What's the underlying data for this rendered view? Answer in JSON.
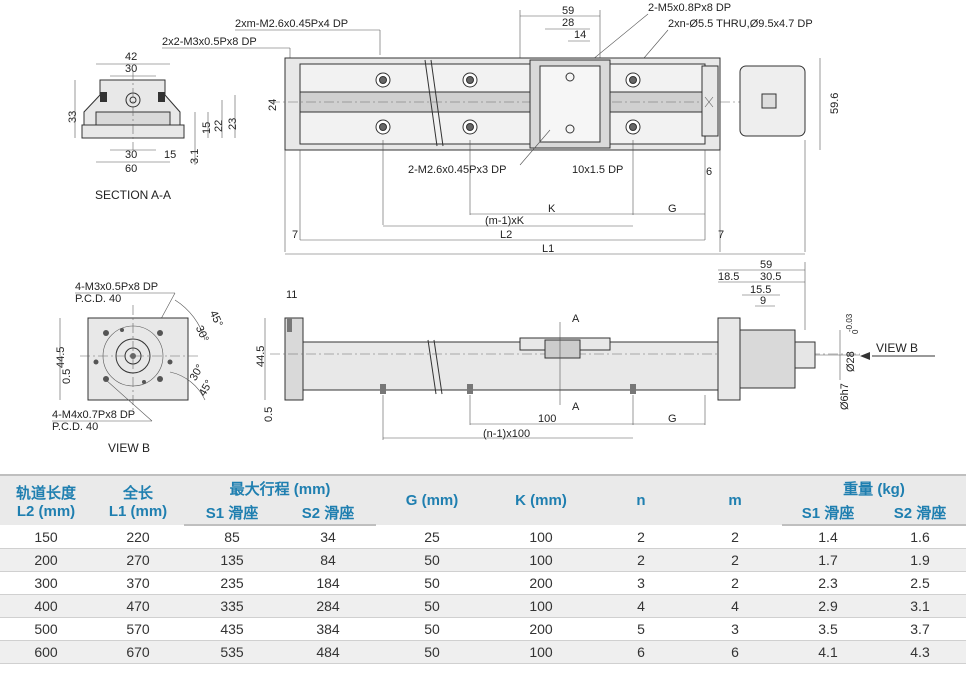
{
  "drawing": {
    "section_aa": {
      "caption": "SECTION A-A",
      "dims": [
        "42",
        "30",
        "33",
        "30",
        "15",
        "60",
        "3.1",
        "15",
        "22",
        "23"
      ]
    },
    "top_view": {
      "callouts": [
        "2xm-M2.6x0.45Px4 DP",
        "2x2-M3x0.5Px8 DP",
        "2-M5x0.8Px8 DP",
        "2xn-Ø5.5 THRU,Ø9.5x4.7 DP",
        "2-M2.6x0.45Px3 DP",
        "10x1.5 DP"
      ],
      "dims": [
        "59",
        "28",
        "14",
        "24",
        "59.6",
        "6",
        "K",
        "G",
        "(m-1)xK",
        "L2",
        "L1",
        "7",
        "7"
      ]
    },
    "view_b": {
      "caption": "VIEW B",
      "callouts": [
        "4-M3x0.5Px8 DP",
        "P.C.D. 40",
        "4-M4x0.7Px8 DP",
        "P.C.D. 40"
      ],
      "dims": [
        "44.5",
        "0.5",
        "30°",
        "45°",
        "30°",
        "45°"
      ]
    },
    "side_view": {
      "dims": [
        "11",
        "44.5",
        "0.5",
        "A",
        "A",
        "100",
        "G",
        "(n-1)x100",
        "59",
        "18.5",
        "30.5",
        "15.5",
        "9",
        "Ø28",
        "Ø6h7",
        "-0.03",
        "0"
      ],
      "view_label": "VIEW B"
    }
  },
  "table": {
    "headers": {
      "l2": [
        "轨道长度",
        "L2 (mm)"
      ],
      "l1": [
        "全长",
        "L1 (mm)"
      ],
      "stroke": "最大行程 (mm)",
      "s1": "S1 滑座",
      "s2": "S2 滑座",
      "g": "G (mm)",
      "k": "K (mm)",
      "n": "n",
      "m": "m",
      "weight": "重量 (kg)",
      "w_s1": "S1 滑座",
      "w_s2": "S2 滑座"
    },
    "rows": [
      [
        "150",
        "220",
        "85",
        "34",
        "25",
        "100",
        "2",
        "2",
        "1.4",
        "1.6"
      ],
      [
        "200",
        "270",
        "135",
        "84",
        "50",
        "100",
        "2",
        "2",
        "1.7",
        "1.9"
      ],
      [
        "300",
        "370",
        "235",
        "184",
        "50",
        "200",
        "3",
        "2",
        "2.3",
        "2.5"
      ],
      [
        "400",
        "470",
        "335",
        "284",
        "50",
        "100",
        "4",
        "4",
        "2.9",
        "3.1"
      ],
      [
        "500",
        "570",
        "435",
        "384",
        "50",
        "200",
        "5",
        "3",
        "3.5",
        "3.7"
      ],
      [
        "600",
        "670",
        "535",
        "484",
        "50",
        "100",
        "6",
        "6",
        "4.1",
        "4.3"
      ]
    ]
  }
}
